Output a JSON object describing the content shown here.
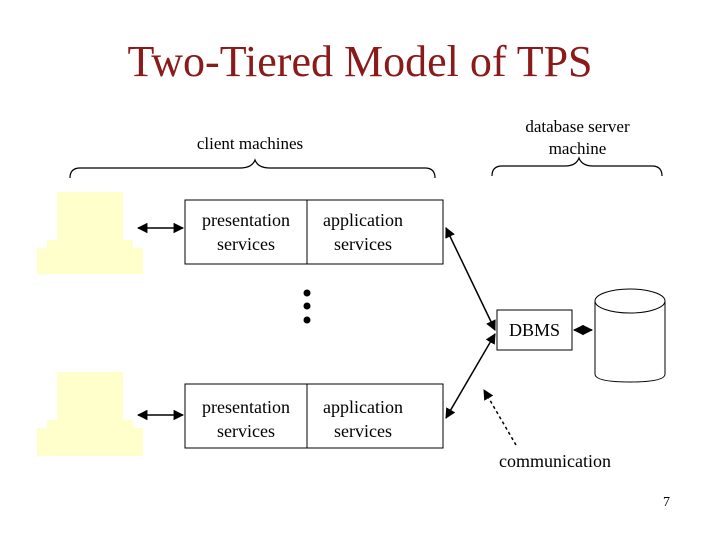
{
  "slide": {
    "title": "Two-Tiered Model of TPS",
    "page_number": "7"
  },
  "labels": {
    "client_machines": "client machines",
    "database_server": "database server\nmachine",
    "communication": "communication"
  },
  "clients": [
    {
      "presentation": "presentation\nservices",
      "application": "application\nservices"
    },
    {
      "presentation": "presentation\nservices",
      "application": "application\nservices"
    }
  ],
  "dbms": {
    "label": "DBMS"
  },
  "colors": {
    "title": "#8b1a1a",
    "terminal": "#ffffcc",
    "line": "#000000"
  }
}
